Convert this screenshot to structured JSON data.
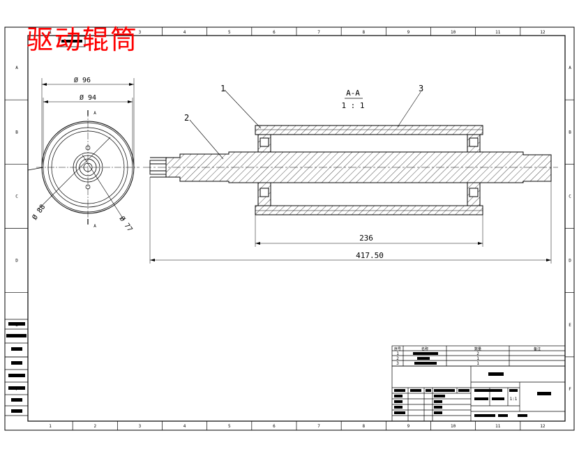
{
  "title": "驱动辊筒",
  "small_title_box": "",
  "border": {
    "columns": [
      "1",
      "2",
      "3",
      "4",
      "5",
      "6",
      "7",
      "8",
      "9",
      "10",
      "11",
      "12"
    ],
    "rows": [
      "A",
      "B",
      "C",
      "D",
      "E",
      "F"
    ]
  },
  "section_label": "A-A",
  "scale_label": "1 : 1",
  "dimensions": {
    "d96": "Ø 96",
    "d94": "Ø 94",
    "d88": "Ø 88",
    "d77": "Ø 77",
    "len236": "236",
    "len417": "417.50"
  },
  "balloons": {
    "b1": "1",
    "b2": "2",
    "b3": "3"
  },
  "bom": {
    "headers": [
      "序号",
      "名称",
      "数量",
      "备注"
    ],
    "rows": [
      {
        "no": "1",
        "name": "",
        "qty": "2"
      },
      {
        "no": "2",
        "name": "",
        "qty": "1"
      },
      {
        "no": "3",
        "name": "",
        "qty": "1"
      }
    ]
  },
  "title_block": {
    "scale": "1:1"
  },
  "colors": {
    "line": "#000000",
    "title": "#ff0000",
    "paper": "#ffffff"
  }
}
